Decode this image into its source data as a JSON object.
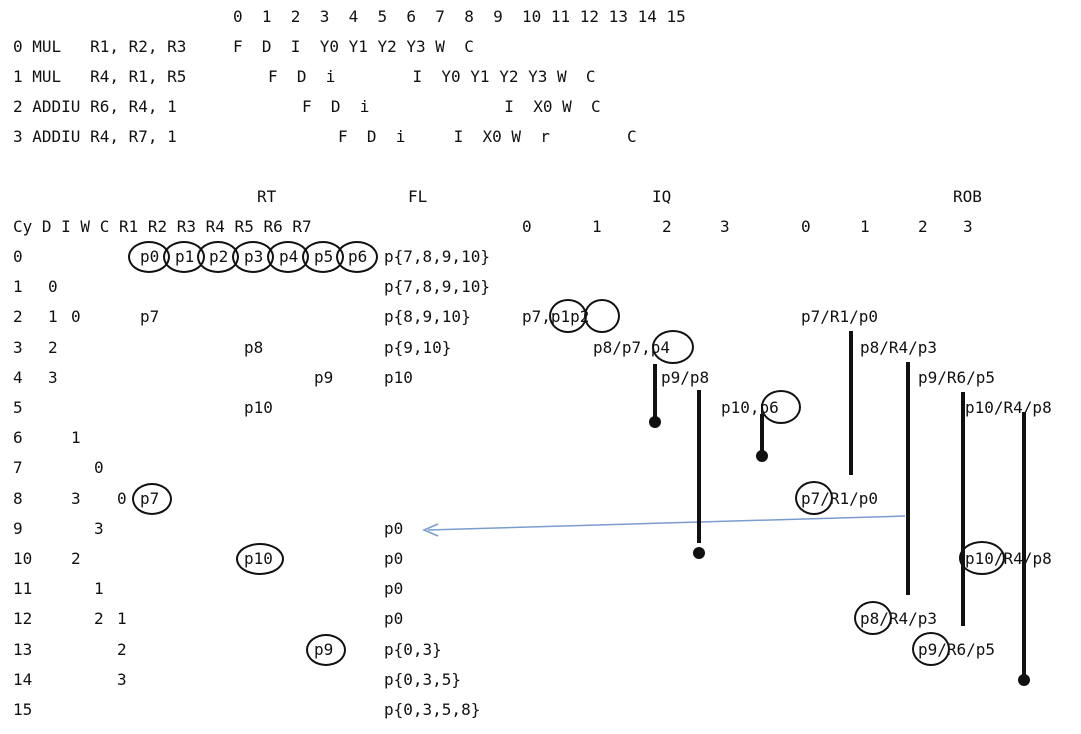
{
  "pipeline": {
    "cycle_header": "0  1  2  3  4  5  6  7  8  9  10 11 12 13 14 15",
    "rows": [
      {
        "instr": "0 MUL   R1, R2, R3",
        "stages": "F  D  I  Y0 Y1 Y2 Y3 W  C"
      },
      {
        "instr": "1 MUL   R4, R1, R5",
        "stages": "F  D  i        I  Y0 Y1 Y2 Y3 W  C"
      },
      {
        "instr": "2 ADDIU R6, R4, 1",
        "stages": "F  D  i              I  X0 W  C"
      },
      {
        "instr": "3 ADDIU R4, R7, 1",
        "stages": "F  D  i     I  X0 W  r        C"
      }
    ]
  },
  "table": {
    "section_labels": {
      "rt": "RT",
      "fl": "FL",
      "iq": "IQ",
      "rob": "ROB"
    },
    "header_left": "Cy D I W C R1 R2 R3 R4 R5 R6 R7",
    "iq_cols": [
      "0",
      "1",
      "2",
      "3"
    ],
    "rob_cols": [
      "0",
      "1",
      "2",
      "3"
    ],
    "cycles": [
      "0",
      "1",
      "2",
      "3",
      "4",
      "5",
      "6",
      "7",
      "8",
      "9",
      "10",
      "11",
      "12",
      "13",
      "14",
      "15"
    ],
    "stage_cols": [
      {
        "row": 1,
        "col": "D",
        "v": "0"
      },
      {
        "row": 2,
        "col": "D",
        "v": "1"
      },
      {
        "row": 2,
        "col": "I",
        "v": "0"
      },
      {
        "row": 3,
        "col": "D",
        "v": "2"
      },
      {
        "row": 4,
        "col": "D",
        "v": "3"
      },
      {
        "row": 6,
        "col": "I",
        "v": "1"
      },
      {
        "row": 7,
        "col": "W",
        "v": "0"
      },
      {
        "row": 8,
        "col": "I",
        "v": "3"
      },
      {
        "row": 8,
        "col": "C",
        "v": "0"
      },
      {
        "row": 9,
        "col": "W",
        "v": "3"
      },
      {
        "row": 10,
        "col": "I",
        "v": "2"
      },
      {
        "row": 11,
        "col": "W",
        "v": "1"
      },
      {
        "row": 12,
        "col": "W",
        "v": "2"
      },
      {
        "row": 12,
        "col": "C",
        "v": "1"
      },
      {
        "row": 13,
        "col": "C",
        "v": "2"
      },
      {
        "row": 14,
        "col": "C",
        "v": "3"
      }
    ],
    "rt_initial": [
      "p0",
      "p1",
      "p2",
      "p3",
      "p4",
      "p5",
      "p6"
    ],
    "rt_updates": [
      {
        "row": 2,
        "reg": "R1",
        "v": "p7",
        "circled": false
      },
      {
        "row": 3,
        "reg": "R4",
        "v": "p8",
        "circled": false
      },
      {
        "row": 4,
        "reg": "R6",
        "v": "p9",
        "circled": false
      },
      {
        "row": 5,
        "reg": "R4",
        "v": "p10",
        "circled": false
      },
      {
        "row": 8,
        "reg": "R1",
        "v": "p7",
        "circled": true
      },
      {
        "row": 10,
        "reg": "R4",
        "v": "p10",
        "circled": true
      },
      {
        "row": 13,
        "reg": "R6",
        "v": "p9",
        "circled": true
      }
    ],
    "fl": [
      {
        "row": 0,
        "v": "p{7,8,9,10}"
      },
      {
        "row": 1,
        "v": "p{7,8,9,10}"
      },
      {
        "row": 2,
        "v": "p{8,9,10}"
      },
      {
        "row": 3,
        "v": "p{9,10}"
      },
      {
        "row": 4,
        "v": "p10"
      },
      {
        "row": 9,
        "v": "p0"
      },
      {
        "row": 10,
        "v": "p0"
      },
      {
        "row": 11,
        "v": "p0"
      },
      {
        "row": 12,
        "v": "p0"
      },
      {
        "row": 13,
        "v": "p{0,3}"
      },
      {
        "row": 14,
        "v": "p{0,3,5}"
      },
      {
        "row": 15,
        "v": "p{0,3,5,8}"
      }
    ],
    "iq_entries": [
      {
        "prefix": "p7,",
        "c1": "p1",
        "c2": "p2"
      },
      {
        "prefix": "p8/p7,",
        "c1": "p4",
        "c2": ""
      },
      {
        "prefix": "p9/p8",
        "c1": "",
        "c2": ""
      },
      {
        "prefix": "p10,",
        "c1": "p6",
        "c2": ""
      }
    ],
    "rob_entries": [
      {
        "text": "p7/R1/p0"
      },
      {
        "text": "p8/R4/p3"
      },
      {
        "text": "p9/R6/p5"
      },
      {
        "text": "p10/R4/p8"
      }
    ],
    "rob_commits": [
      {
        "circ": "p7",
        "rest": "/R1/p0"
      },
      {
        "circ": "p10",
        "rest": "/R4/p8"
      },
      {
        "circ": "p8",
        "rest": "/R4/p3"
      },
      {
        "circ": "p9",
        "rest": "/R6/p5"
      }
    ]
  }
}
